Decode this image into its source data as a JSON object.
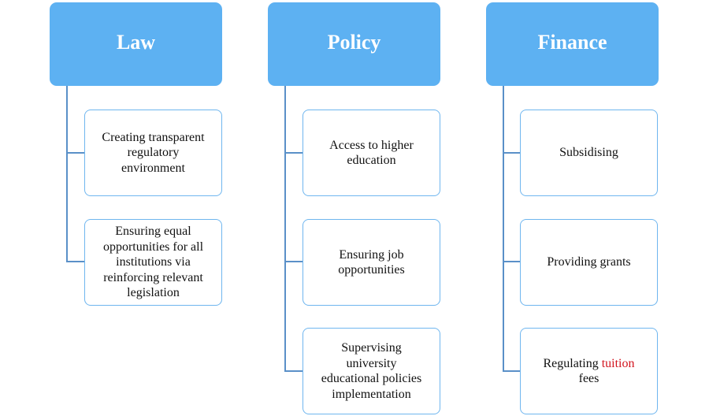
{
  "columns": [
    {
      "title": "Law",
      "items": [
        {
          "lines": [
            "Creating transparent",
            "regulatory",
            "environment"
          ]
        },
        {
          "lines": [
            "Ensuring equal",
            "opportunities for all",
            "institutions via",
            "reinforcing relevant",
            "legislation"
          ]
        }
      ]
    },
    {
      "title": "Policy",
      "items": [
        {
          "lines": [
            "Access to higher",
            "education"
          ]
        },
        {
          "lines": [
            "Ensuring job",
            "opportunities"
          ]
        },
        {
          "lines": [
            "Supervising",
            "university",
            "educational policies",
            "implementation"
          ]
        }
      ]
    },
    {
      "title": "Finance",
      "items": [
        {
          "lines": [
            "Subsidising"
          ]
        },
        {
          "lines": [
            "Providing grants"
          ]
        },
        {
          "prefix": "Regulating ",
          "highlight": "tuition",
          "suffix": "fees"
        }
      ]
    }
  ],
  "colors": {
    "header_fill": "#5db1f2",
    "card_border": "#6fb6ef",
    "connector": "#5a90c8",
    "highlight_text": "#d2141e"
  }
}
